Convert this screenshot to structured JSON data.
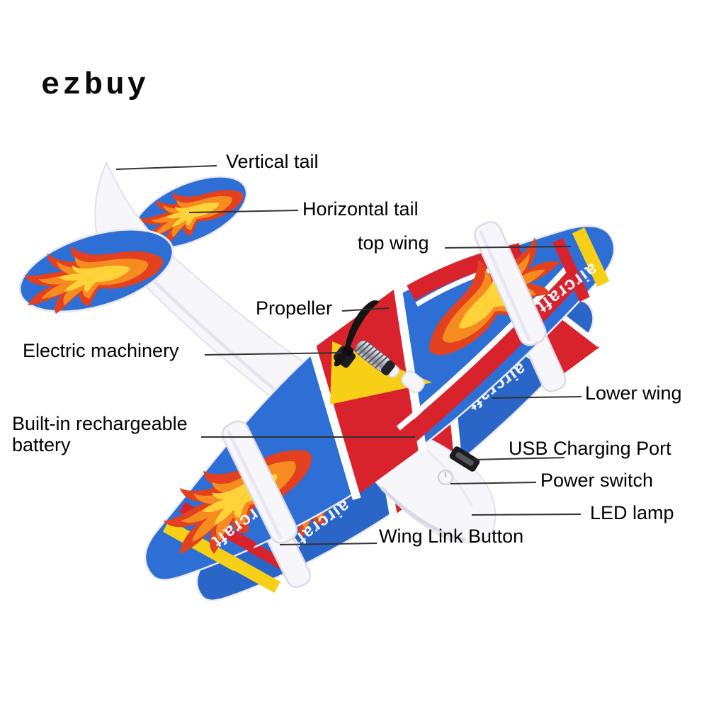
{
  "watermark": "ezbuy",
  "product": {
    "wing_text": "aircraft",
    "type": "hand-throw foam glider airplane with electric propeller"
  },
  "annotations": {
    "vertical_tail": "Vertical tail",
    "horizontal_tail": "Horizontal tail",
    "top_wing": "top wing",
    "propeller": "Propeller",
    "electric_machinery": "Electric machinery",
    "battery": "Built-in rechargeable battery",
    "lower_wing": "Lower wing",
    "usb": "USB Charging Port",
    "power_switch": "Power switch",
    "led": "LED lamp",
    "wing_link": "Wing Link Button"
  },
  "colors": {
    "wing_blue": "#2e6fd6",
    "lower_wing_blue": "#2a65c8",
    "wing_red": "#d8232d",
    "stripe_yellow": "#f6cf16",
    "flame_orange": "#f68b1f",
    "flame_yellow": "#ffd23a",
    "flame_red": "#e2401f",
    "foam_white": "#f7f6fb",
    "label_text": "#000000",
    "leader_line": "#333333"
  }
}
